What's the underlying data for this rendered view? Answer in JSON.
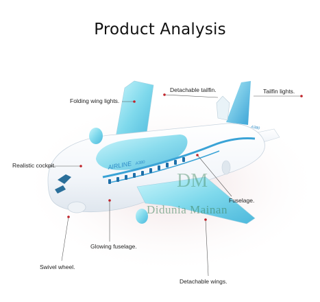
{
  "title": "Product Analysis",
  "callouts": {
    "folding_wing_lights": "Folding wing lights.",
    "detachable_tailfin": "Detachable tailfin.",
    "tailfin_lights": "Tailfin lights.",
    "realistic_cockpit": "Realistic cockpit.",
    "fuselage": "Fuselage.",
    "glowing_fuselage": "Glowing fuselage.",
    "swivel_wheel": "Swivel wheel.",
    "detachable_wings": "Detachable wings."
  },
  "plane_text": {
    "airline": "AIRLINE",
    "model": "A380"
  },
  "watermark": {
    "monogram": "DM",
    "text": "Didunia Mainan"
  },
  "colors": {
    "accent_blue": "#3aa3d6",
    "glow_cyan": "#8fe6f2",
    "leader_dot": "#c0242b"
  }
}
